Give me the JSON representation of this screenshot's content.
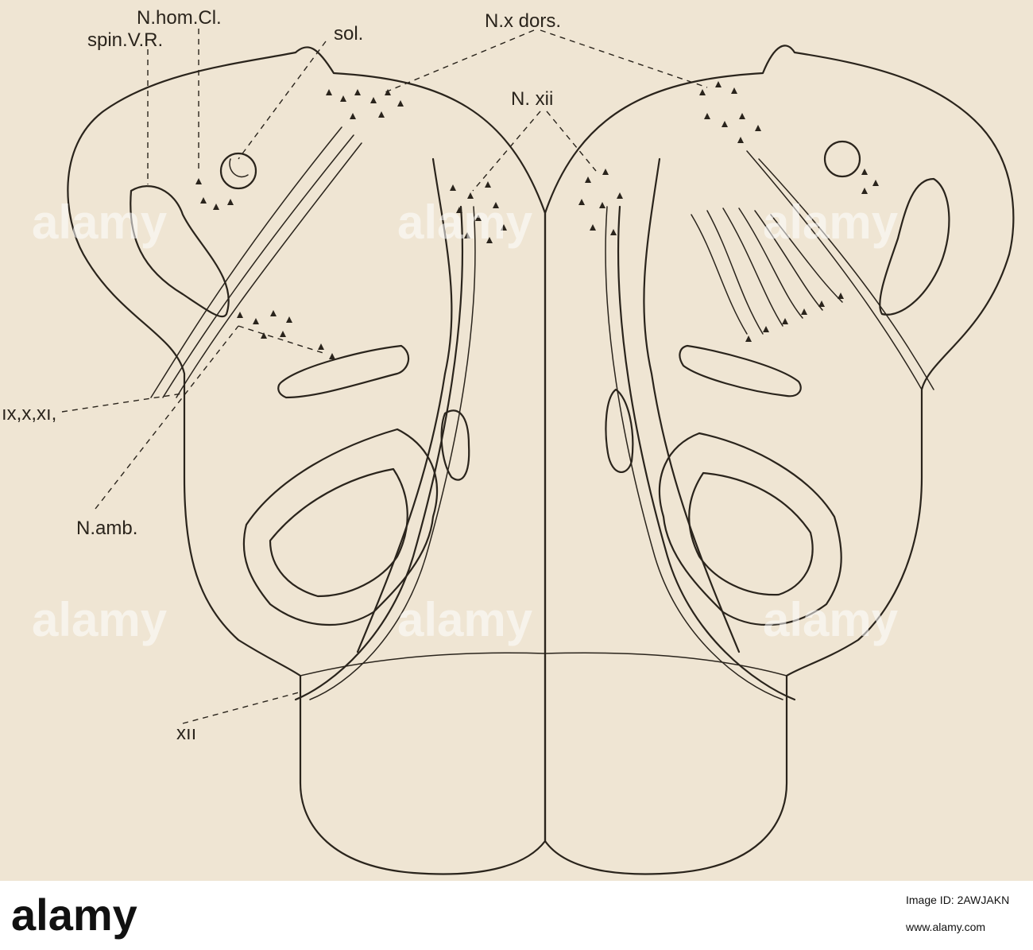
{
  "figure": {
    "labels": {
      "n_hom_cl": "N.hom.Cl.",
      "spin_vr": "spin.V.R.",
      "sol": "sol.",
      "n_x_dors": "N.x dors.",
      "n_xii": "N. xii",
      "ix_x_xi": "ıx,x,xı,",
      "n_amb": "N.amb.",
      "xii": "xıı"
    }
  },
  "watermark": {
    "text": "alamy"
  },
  "footer": {
    "logo_text": "alamy",
    "image_id": "Image ID: 2AWJAKN",
    "url": "www.alamy.com"
  },
  "colors": {
    "paper": "#efe5d3",
    "ink": "#2a241c",
    "footer_bg": "#ffffff"
  }
}
